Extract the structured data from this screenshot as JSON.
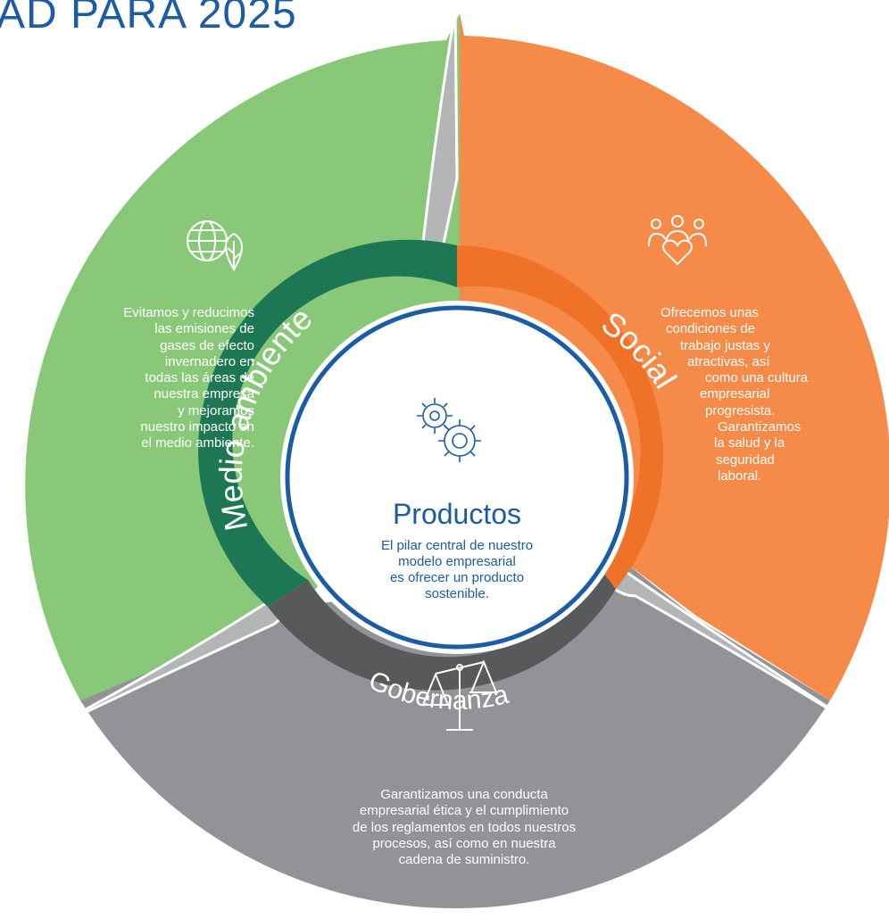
{
  "title": "AD PARA 2025",
  "center": {
    "title": "Productos",
    "description_lines": [
      "El pilar central de nuestro",
      "modelo empresarial",
      "es ofrecer un producto",
      "sostenible."
    ]
  },
  "segments": {
    "medio_ambiente": {
      "label": "Medio ambiente",
      "icon": "globe-leaf-icon",
      "color": "#88c878",
      "band_color": "#1d7754",
      "text_lines": [
        "Evitamos y reducimos",
        "las emisiones de",
        "gases de efecto",
        "invernadero en",
        "todas las áreas de",
        "nuestra empresa",
        "y mejoramos",
        "nuestro impacto en",
        "el medio ambiente."
      ]
    },
    "social": {
      "label": "Social",
      "icon": "people-heart-icon",
      "color": "#f58a49",
      "band_color": "#f07228",
      "text_lines": [
        "Ofrecemos unas",
        "condiciones de",
        "trabajo justas y",
        "atractivas, así",
        "como una cultura",
        "empresarial",
        "progresista.",
        "Garantizamos",
        "la salud y la",
        "seguridad",
        "laboral."
      ]
    },
    "gobernanza": {
      "label": "Gobernanza",
      "icon": "scales-icon",
      "color": "#929397",
      "band_color": "#58595b",
      "text_lines": [
        "Garantizamos una conducta",
        "empresarial ética y el cumplimiento",
        "de los reglamentos en todos nuestros",
        "procesos, así como en nuestra",
        "cadena de suministro."
      ]
    }
  },
  "colors": {
    "brand_blue": "#1a5ca6",
    "separator_gray": "#b4b5b7"
  }
}
